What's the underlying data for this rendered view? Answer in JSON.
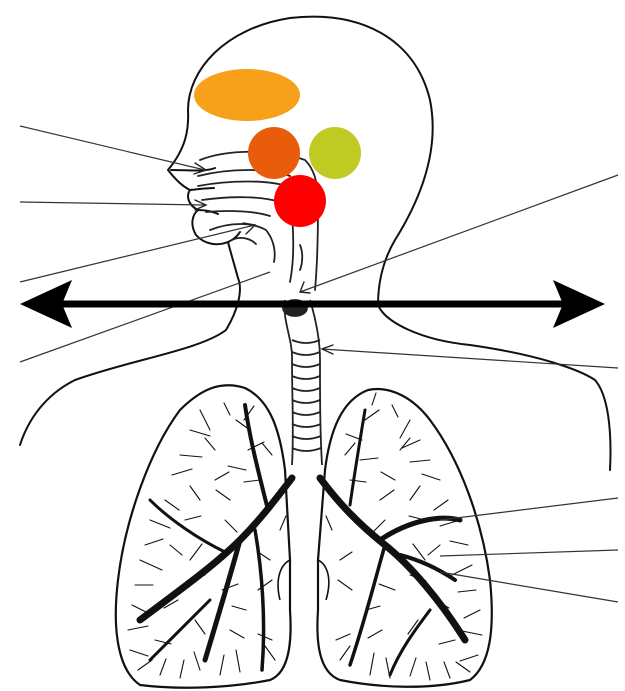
{
  "diagram": {
    "kind": "respiratory-system-label-worksheet",
    "printed_text": [],
    "label_line_count": 9,
    "markers": [
      {
        "name": "nasal-cavity-marker",
        "shape": "ellipse",
        "color": "#F7A11A"
      },
      {
        "name": "pharynx-marker",
        "shape": "circle",
        "color": "#E95C0C"
      },
      {
        "name": "epiglottis-marker",
        "shape": "circle",
        "color": "#BFCB22"
      },
      {
        "name": "larynx-marker",
        "shape": "circle",
        "color": "#FF0000"
      }
    ],
    "divider": {
      "shape": "double-headed-arrow",
      "color": "#000000"
    }
  }
}
